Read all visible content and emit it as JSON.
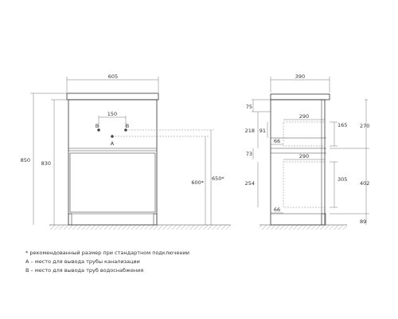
{
  "front_view": {
    "width_label": "605",
    "pipe_spacing_label": "150",
    "pipe_b_left": "B",
    "pipe_b_right": "B",
    "pipe_a": "A",
    "total_height_label": "850",
    "body_height_label": "830",
    "drain_height_label": "600*",
    "supply_height_label": "650*"
  },
  "side_view": {
    "depth_label": "390",
    "top_gap_label": "75",
    "upper_group_label": "218",
    "upper_inner_label": "91",
    "mid_gap_label": "73",
    "lower_inner_label": "254",
    "shelf_width_top": "290",
    "shelf_width_bottom": "290",
    "offset_top": "66",
    "offset_bottom": "66",
    "upper_drawer_height": "165",
    "lower_drawer_height": "305",
    "upper_right_label": "270",
    "lower_right_label": "402",
    "leg_label": "89"
  },
  "notes": [
    "* рекомендованный размер при стандартном подключении",
    "А – место для вывода трубы канализации",
    "В – место для вывода труб водоснабжения"
  ]
}
